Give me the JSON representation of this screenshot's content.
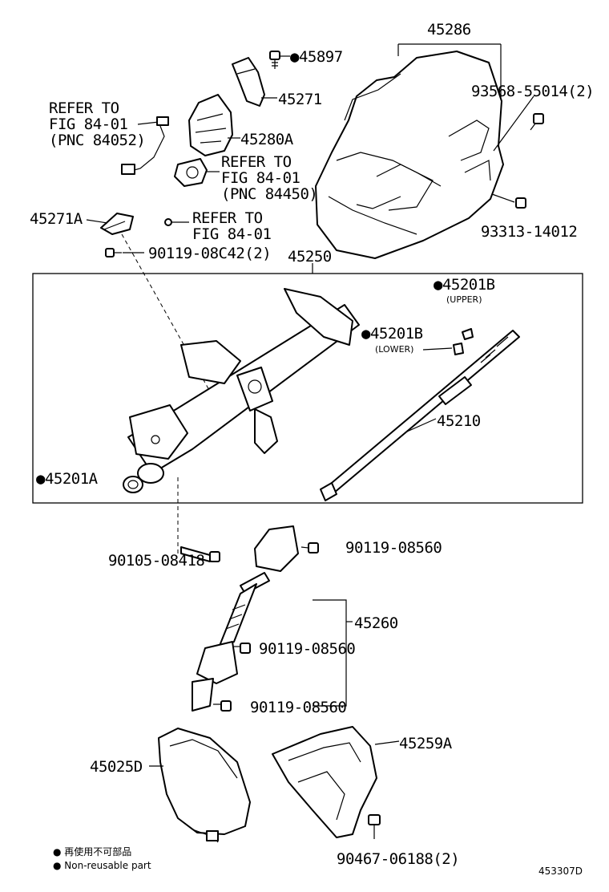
{
  "labels": {
    "p45286": "45286",
    "p45897": "●45897",
    "p45271": "45271",
    "p93568": "93568-55014(2)",
    "refer1_a": "REFER TO",
    "refer1_b": "FIG 84-01",
    "refer1_c": "(PNC 84052)",
    "p45280A": "45280A",
    "refer2_a": "REFER TO",
    "refer2_b": "FIG 84-01",
    "refer2_c": "(PNC 84450)",
    "p45271A": "45271A",
    "refer3_a": "REFER TO",
    "refer3_b": "FIG 84-01",
    "p93313": "93313-14012",
    "p90119_08C42": "90119-08C42(2)",
    "p45250": "45250",
    "p45201B_upper": "●45201B",
    "upper": "(UPPER)",
    "p45201B_lower": "●45201B",
    "lower": "(LOWER)",
    "p45210": "45210",
    "p45201A": "●45201A",
    "p90105": "90105-08418",
    "p90119_a": "90119-08560",
    "p45260": "45260",
    "p90119_b": "90119-08560",
    "p90119_c": "90119-08560",
    "p45025D": "45025D",
    "p45259A": "45259A",
    "p90467": "90467-06188(2)",
    "legend_cn": "● 再使用不可部品",
    "legend_en": "● Non-reusable part",
    "diagram_code": "453307D"
  }
}
